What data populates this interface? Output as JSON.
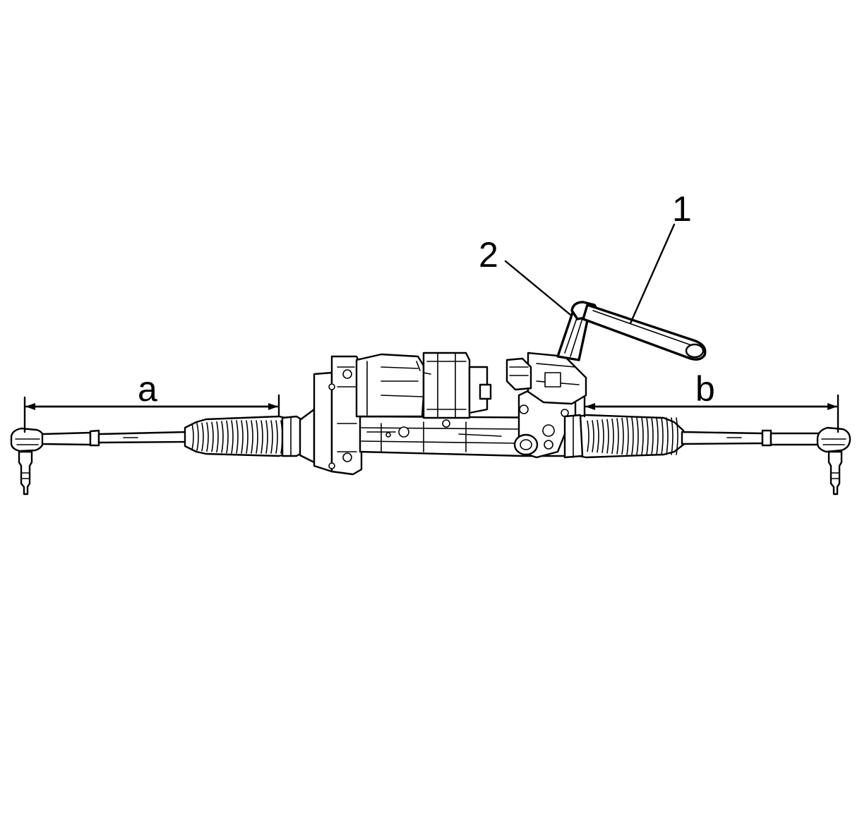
{
  "diagram": {
    "callouts": [
      {
        "id": "1",
        "text": "1"
      },
      {
        "id": "2",
        "text": "2"
      }
    ],
    "dimensions": [
      {
        "id": "a",
        "text": "a"
      },
      {
        "id": "b",
        "text": "b"
      }
    ],
    "components": {
      "steering_gear": "steering-gear-assembly",
      "tool": "holding-tool",
      "tie_rods": "tie-rod-ends",
      "boots": "rack-boots",
      "motor": "assist-motor"
    },
    "colors": {
      "line": "#000000",
      "background": "#ffffff"
    }
  }
}
